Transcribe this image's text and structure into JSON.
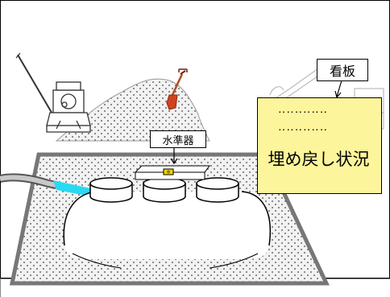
{
  "labels": {
    "level_label": "水準器",
    "sign_label": "看板",
    "sign_dots_line1": "‥‥‥‥‥‥",
    "sign_dots_line2": "‥‥‥‥‥‥",
    "sign_text": "埋め戻し状況"
  },
  "colors": {
    "sign_board": "#fdf59b",
    "water_flow": "#29d9f2",
    "gravel": "#f2f2f2",
    "border": "#777777"
  },
  "icons": {
    "compactor": "plate-compactor-icon",
    "shovel": "shovel-icon",
    "excavator": "excavator-icon"
  }
}
